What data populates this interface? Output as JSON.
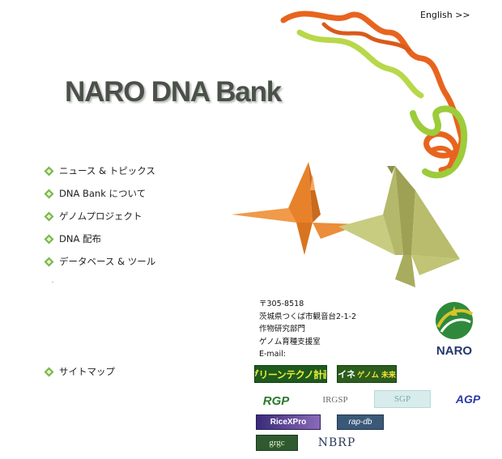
{
  "header": {
    "english_link": "English >>",
    "site_title": "NARO DNA Bank"
  },
  "nav": {
    "items": [
      {
        "label": "ニュース & トピックス"
      },
      {
        "label": "DNA Bank について"
      },
      {
        "label": "ゲノムプロジェクト"
      },
      {
        "label": "DNA 配布"
      },
      {
        "label": "データベース & ツール"
      }
    ],
    "sitemap": "サイトマップ"
  },
  "address": {
    "postal": "〒305-8518",
    "street": "茨城県つくば市観音台2-1-2",
    "org": "作物研究部門",
    "unit": "ゲノム育種支援室",
    "email_label": "E-mail:"
  },
  "logo": {
    "text": "NARO",
    "colors": {
      "green": "#2e8a3a",
      "yellow": "#d9c32a",
      "navy": "#23376e"
    }
  },
  "banners": {
    "green_techno": "グリーンテクノ計画",
    "ine_main": "イネ",
    "ine_sub": "ゲノム 未来",
    "rgp": "RGP",
    "irgsp": "IRGSP",
    "sgp": "SGP",
    "agp": "AGP",
    "ricexpro": "RiceXPro",
    "rapdb": "rap-db",
    "grgc": "grgc",
    "nbrp": "NBRP"
  },
  "colors": {
    "title": "#4a5148",
    "ribbon_orange": "#e8641e",
    "ribbon_green": "#b8d84a",
    "crane_orange": "#e8822a",
    "crane_green": "#b4b86a",
    "bullet_green": "#7ab84a"
  }
}
